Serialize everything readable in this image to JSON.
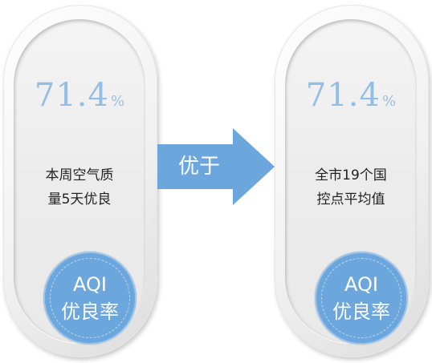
{
  "left_card": {
    "value": "71.4",
    "unit": "%",
    "desc_line1": "本周空气质",
    "desc_line2": "量5天优良",
    "badge_line1": "AQI",
    "badge_line2": "优良率"
  },
  "arrow": {
    "label": "优于",
    "color": "#6ba6dc"
  },
  "right_card": {
    "value": "71.4",
    "unit": "%",
    "desc_line1": "全市19个国",
    "desc_line2": "控点平均值",
    "badge_line1": "AQI",
    "badge_line2": "优良率"
  },
  "colors": {
    "value_text": "#92bde4",
    "badge_fill": "#6ba6dc"
  }
}
